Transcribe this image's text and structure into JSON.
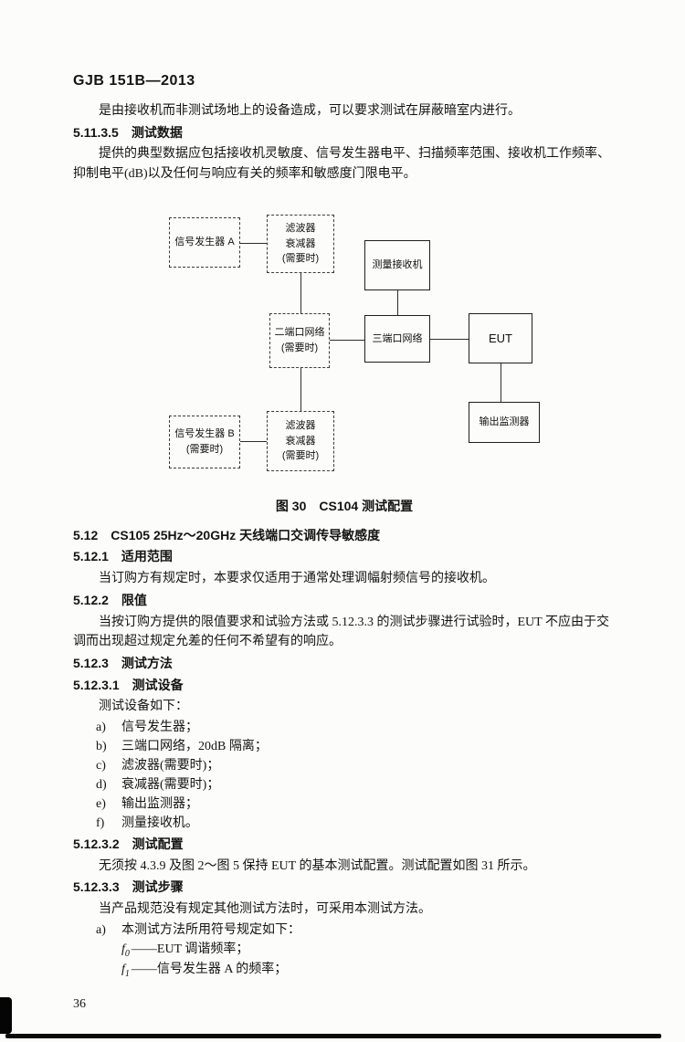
{
  "doc": {
    "number": "GJB 151B—2013",
    "page_number": "36",
    "ink_color": "#141414",
    "paper_color": "#fcfcfa"
  },
  "intro": {
    "p1": "是由接收机而非测试场地上的设备造成，可以要求测试在屏蔽暗室内进行。",
    "h_5_11_3_5": "5.11.3.5　测试数据",
    "p2": "提供的典型数据应包括接收机灵敏度、信号发生器电平、扫描频率范围、接收机工作频率、抑制电平(dB)以及任何与响应有关的频率和敏感度门限电平。"
  },
  "figure30": {
    "caption": "图 30　CS104 测试配置",
    "boxes": {
      "sig_gen_a": "信号发生器 A",
      "filter_atten_top": [
        "滤波器",
        "衰减器",
        "(需要时)"
      ],
      "meas_receiver": "测量接收机",
      "two_port": [
        "二端口网络",
        "(需要时)"
      ],
      "three_port": "三端口网络",
      "eut": "EUT",
      "output_monitor": "输出监测器",
      "sig_gen_b": [
        "信号发生器 B",
        "(需要时)"
      ],
      "filter_atten_bottom": [
        "滤波器",
        "衰减器",
        "(需要时)"
      ]
    }
  },
  "cs105": {
    "h_5_12": "5.12　CS105 25Hz～20GHz 天线端口交调传导敏感度",
    "h_5_12_1": "5.12.1　适用范围",
    "p_scope": "当订购方有规定时，本要求仅适用于通常处理调幅射频信号的接收机。",
    "h_5_12_2": "5.12.2　限值",
    "p_limit": "当按订购方提供的限值要求和试验方法或 5.12.3.3 的测试步骤进行试验时，EUT 不应由于交调而出现超过规定允差的任何不希望有的响应。",
    "h_5_12_3": "5.12.3　测试方法",
    "h_5_12_3_1": "5.12.3.1　测试设备",
    "p_equipment_intro": "测试设备如下：",
    "equipment": [
      {
        "label": "a)",
        "text": "信号发生器；"
      },
      {
        "label": "b)",
        "text": "三端口网络，20dB 隔离；"
      },
      {
        "label": "c)",
        "text": "滤波器(需要时)；"
      },
      {
        "label": "d)",
        "text": "衰减器(需要时)；"
      },
      {
        "label": "e)",
        "text": "输出监测器；"
      },
      {
        "label": "f)",
        "text": "测量接收机。"
      }
    ],
    "h_5_12_3_2": "5.12.3.2　测试配置",
    "p_config": "无须按 4.3.9 及图 2～图 5 保持 EUT 的基本测试配置。测试配置如图 31 所示。",
    "h_5_12_3_3": "5.12.3.3　测试步骤",
    "p_steps": "当产品规范没有规定其他测试方法时，可采用本测试方法。",
    "step_a": {
      "label": "a)",
      "text": "本测试方法所用符号规定如下："
    },
    "symbols": [
      {
        "sym": "f",
        "sub": "0",
        "desc": "——EUT 调谐频率；"
      },
      {
        "sym": "f",
        "sub": "1",
        "desc": "——信号发生器 A 的频率；"
      }
    ]
  }
}
